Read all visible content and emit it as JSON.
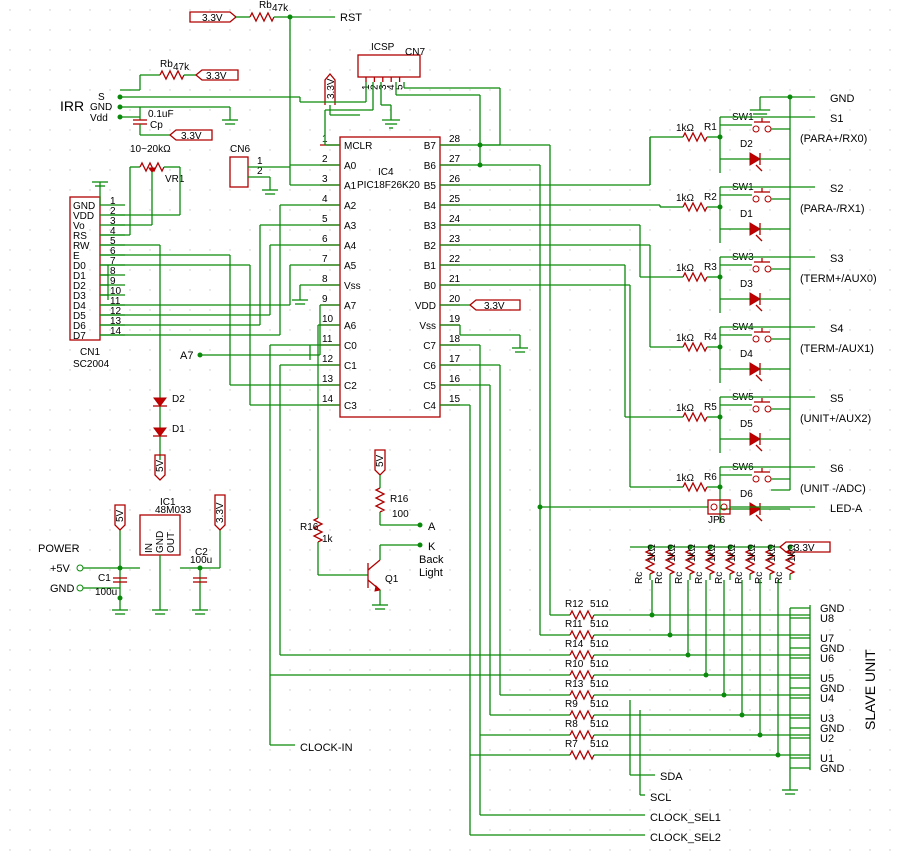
{
  "ic4": {
    "name": "IC4",
    "part": "PIC18F26K20",
    "left_pins": [
      [
        "1",
        "MCLR"
      ],
      [
        "2",
        "A0"
      ],
      [
        "3",
        "A1"
      ],
      [
        "4",
        "A2"
      ],
      [
        "5",
        "A3"
      ],
      [
        "6",
        "A4"
      ],
      [
        "7",
        "A5"
      ],
      [
        "8",
        "Vss"
      ],
      [
        "9",
        "A7"
      ],
      [
        "10",
        "A6"
      ],
      [
        "11",
        "C0"
      ],
      [
        "12",
        "C1"
      ],
      [
        "13",
        "C2"
      ],
      [
        "14",
        "C3"
      ]
    ],
    "right_pins": [
      [
        "28",
        "B7"
      ],
      [
        "27",
        "B6"
      ],
      [
        "26",
        "B5"
      ],
      [
        "25",
        "B4"
      ],
      [
        "24",
        "B3"
      ],
      [
        "23",
        "B2"
      ],
      [
        "22",
        "B1"
      ],
      [
        "21",
        "B0"
      ],
      [
        "20",
        "VDD"
      ],
      [
        "19",
        "Vss"
      ],
      [
        "18",
        "C7"
      ],
      [
        "17",
        "C6"
      ],
      [
        "16",
        "C5"
      ],
      [
        "15",
        "C4"
      ]
    ]
  },
  "lcd": {
    "name": "CN1",
    "part": "SC2004",
    "pins": [
      "GND",
      "VDD",
      "Vo",
      "RS",
      "RW",
      "E",
      "D0",
      "D1",
      "D2",
      "D3",
      "D4",
      "D5",
      "D6",
      "D7"
    ],
    "nums": [
      "1",
      "2",
      "3",
      "4",
      "5",
      "6",
      "7",
      "8",
      "9",
      "10",
      "11",
      "12",
      "13",
      "14"
    ]
  },
  "top": {
    "v33_a": "3.3V",
    "rb_top": "Rb",
    "rb_top_val": "47k",
    "rst": "RST",
    "icsp": "ICSP",
    "cn7": "CN7",
    "v33_b": "3.3V",
    "rb2": "Rb",
    "rb2_val": "47k",
    "v33_c": "3.3V",
    "icsp_pins": [
      "1",
      "2",
      "3",
      "4",
      "5"
    ]
  },
  "irr": {
    "label": "IRR",
    "s": "S",
    "gnd": "GND",
    "vdd": "Vdd",
    "cap": "0.1uF",
    "cp": "Cp",
    "v33": "3.3V"
  },
  "vr1": {
    "range": "10~20kΩ",
    "name": "VR1"
  },
  "cn6": {
    "name": "CN6",
    "p1": "1",
    "p2": "2"
  },
  "diodes": {
    "d2": "D2",
    "d1": "D1",
    "v5": "5V"
  },
  "a7": "A7",
  "vdd_tag": "3.3V",
  "power": {
    "title": "POWER",
    "plus5": "+5V",
    "gnd": "GND",
    "c1": "C1",
    "c1v": "100u",
    "c2": "C2",
    "c2v": "100u",
    "ic1": "IC1",
    "ic1part": "48M033",
    "pin_in": "IN",
    "pin_gnd": "GND",
    "pin_out": "OUT",
    "v5": "5V",
    "v33": "3.3V"
  },
  "backlight": {
    "v5": "5V",
    "r16a": "R16",
    "r16a_v": "100",
    "a": "A",
    "r16b": "R16",
    "r16b_v": "1k",
    "k": "K",
    "back": "Back",
    "light": "Light",
    "q1": "Q1"
  },
  "clock_in": "CLOCK-IN",
  "switches": {
    "gnd": "GND",
    "ra": [
      "1kΩ",
      "1kΩ",
      "1kΩ",
      "1kΩ",
      "1kΩ",
      "1kΩ"
    ],
    "rn": [
      "R1",
      "R2",
      "R3",
      "R4",
      "R5",
      "R6"
    ],
    "sw": [
      "SW1",
      "SW1",
      "SW3",
      "SW4",
      "SW5",
      "SW6"
    ],
    "dn": [
      "D2",
      "D1",
      "D3",
      "D4",
      "D5",
      "D6"
    ],
    "sn": [
      "S1",
      "S2",
      "S3",
      "S4",
      "S5",
      "S6"
    ],
    "desc": [
      "(PARA+/RX0)",
      "(PARA-/RX1)",
      "(TERM+/AUX0)",
      "(TERM-/AUX1)",
      "(UNIT+/AUX2)",
      "(UNIT -/ADC)"
    ],
    "jp6": "JP6",
    "leda": "LED-A"
  },
  "rc": {
    "v33": "3.3V",
    "rc": "Rc",
    "val": "1kΩ"
  },
  "slave": {
    "title": "SLAVE UNIT",
    "labels": [
      "GND",
      "U8",
      "U7",
      "GND",
      "U6",
      "U5",
      "GND",
      "U4",
      "U3",
      "GND",
      "U2",
      "U1",
      "GND"
    ],
    "rn": [
      "R12",
      "R11",
      "R14",
      "R10",
      "R13",
      "R9",
      "R8",
      "R7"
    ],
    "rv": "51Ω",
    "sda": "SDA",
    "scl": "SCL",
    "cs1": "CLOCK_SEL1",
    "cs2": "CLOCK_SEL2"
  }
}
